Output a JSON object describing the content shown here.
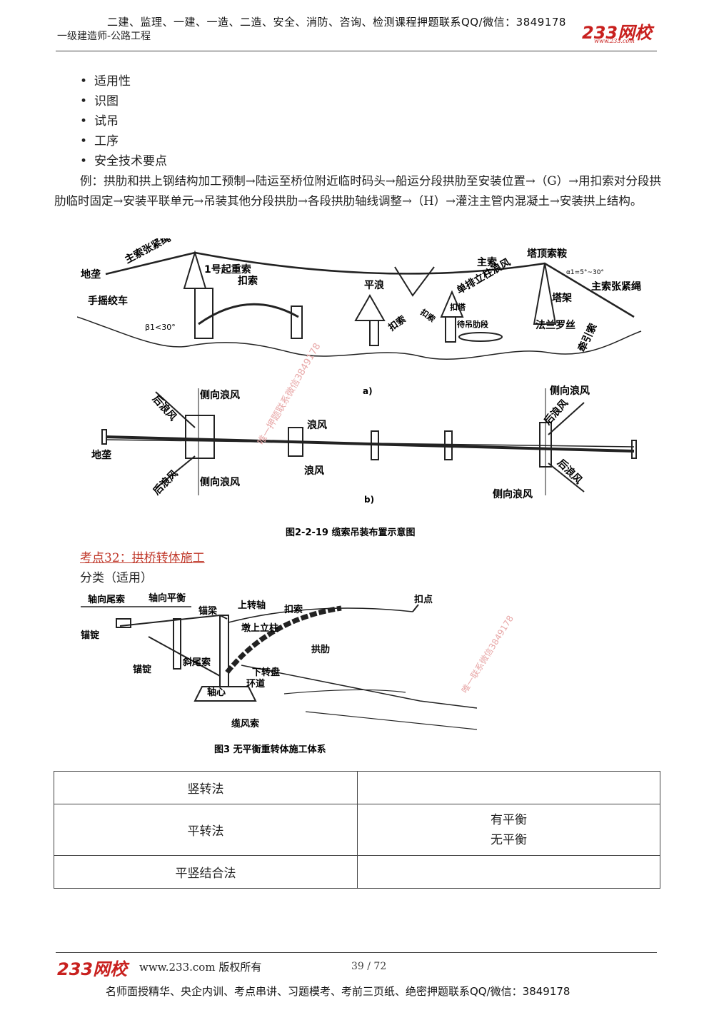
{
  "header": {
    "ad_line": "二建、监理、一建、一造、二造、安全、消防、咨询、检测课程押题联系QQ/微信：3849178",
    "subject": "一级建造师-公路工程",
    "logo_text": "233网校",
    "logo_url": "www.233.com"
  },
  "bullets": [
    "适用性",
    "识图",
    "试吊",
    "工序",
    "安全技术要点"
  ],
  "example_paragraph": "例：拱肋和拱上钢结构加工预制→陆运至桥位附近临时码头→船运分段拱肋至安装位置→（G）→用扣索对分段拱肋临时固定→安装平联单元→吊装其他分段拱肋→各段拱肋轴线调整→（H）→灌注主管内混凝土→安装拱上结构。",
  "figure1": {
    "caption": "图2-2-19 缆索吊装布置示意图",
    "sub_a": "a)",
    "sub_b": "b)",
    "labels_a": {
      "main_tension_left": "主索张紧绳",
      "ground_anchor": "地垄",
      "winch": "手摇绞车",
      "beta1": "β1<30°",
      "hoist1": "1号起重索",
      "buckle": "扣索",
      "flat_guy": "平浪",
      "main_cable": "主索",
      "saddle": "塔顶索鞍",
      "alpha1": "α1=5°~30°",
      "main_tension_right": "主索张紧绳",
      "single_column": "单排立柱浪风",
      "tower": "塔架",
      "buckle2": "扣索",
      "buckle3": "扣索",
      "buckle_tower": "扣塔",
      "rib_segment": "待吊肋段",
      "flange": "法兰罗丝",
      "traction": "牵引索"
    },
    "labels_b": {
      "rear_guy_tl": "后浪风",
      "side_guy_tl": "侧向浪风",
      "guy1": "浪风",
      "guy2": "浪风",
      "ground_anchor": "地垄",
      "rear_guy_bl": "后浪风",
      "side_guy_bl": "侧向浪风",
      "side_guy_tr": "侧向浪风",
      "rear_guy_tr": "后浪风",
      "rear_guy_br": "后浪风",
      "side_guy_br": "侧向浪风"
    }
  },
  "section": {
    "title": "考点32：拱桥转体施工",
    "classification": "分类（适用）"
  },
  "figure2": {
    "caption": "图3 无平衡重转体施工体系",
    "labels": {
      "axial_tail": "轴向尾索",
      "axial_balance": "轴向平衡",
      "anchor_beam": "锚梁",
      "upper_axle": "上转轴",
      "buckle": "扣索",
      "buckle_point": "扣点",
      "anchor_ingot1": "锚锭",
      "pier_column": "墩上立柱",
      "arch_rib": "拱肋",
      "anchor_ingot2": "锚锭",
      "oblique_tail": "斜尾索",
      "lower_disk": "下转盘",
      "ring_road": "环道",
      "axis_center": "轴心",
      "guy_cable": "缆风索"
    }
  },
  "table": {
    "rows": [
      {
        "method": "竖转法",
        "note": ""
      },
      {
        "method": "平转法",
        "note_lines": [
          "有平衡",
          "无平衡"
        ]
      },
      {
        "method": "平竖结合法",
        "note": ""
      }
    ]
  },
  "watermarks": [
    "唯一押题联系微信3849178",
    "唯一联系微信3849178"
  ],
  "footer": {
    "logo_text": "233网校",
    "copyright": "www.233.com 版权所有",
    "page": "39 / 72",
    "ad_line": "名师面授精华、央企内训、考点串讲、习题模考、考前三页纸、绝密押题联系QQ/微信：3849178"
  }
}
